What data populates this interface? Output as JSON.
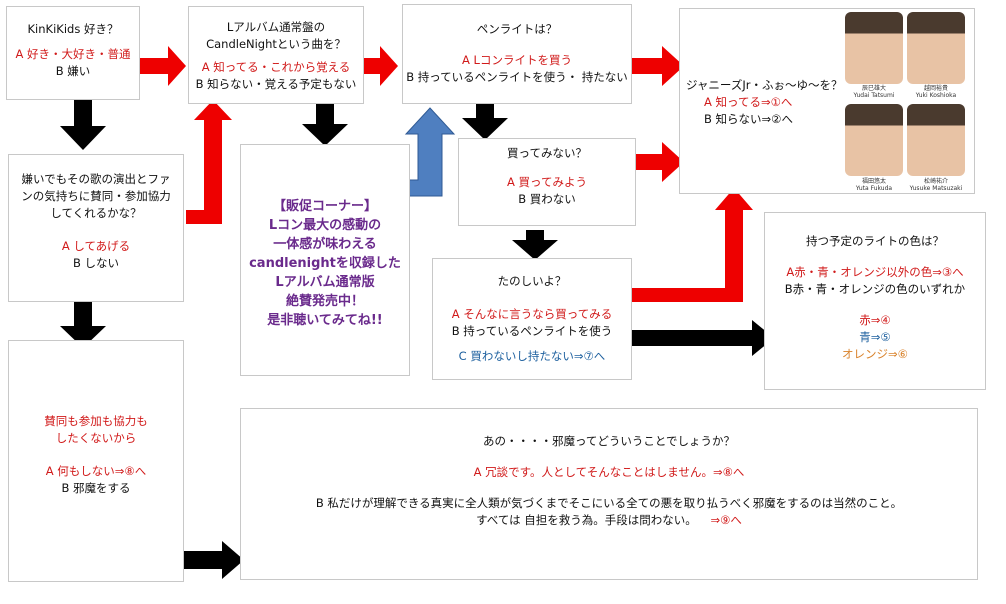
{
  "q1": {
    "title": "KinKiKids 好き？",
    "a": "A 好き・大好き・普通",
    "b": "B 嫌い"
  },
  "q2": {
    "lines": [
      "嫌いでもその歌の演出とファ",
      "ンの気持ちに賛同・参加協力",
      "してくれるかな？"
    ],
    "a": "A してあげる",
    "b": "B しない"
  },
  "q3": {
    "lines": [
      "賛同も参加も協力も",
      "したくないから"
    ],
    "a": "A 何もしない⇒⑧へ",
    "b": "B 邪魔をする"
  },
  "q4": {
    "title1": "Lアルバム通常盤の",
    "title2": "CandleNightという曲を？",
    "a": "A 知ってる・これから覚える",
    "b": "B 知らない・覚える予定もない"
  },
  "promo": {
    "lines": [
      "【販促コーナー】",
      "Lコン最大の感動の",
      "一体感が味わえる",
      "candlenightを収録した",
      "Lアルバム通常版",
      "絶賛発売中！",
      "是非聴いてみてね!!"
    ]
  },
  "q5": {
    "title": "ペンライトは？",
    "a": "A Lコンライトを買う",
    "b": "B 持っているペンライトを使う・ 持たない"
  },
  "q6": {
    "title": "買ってみない？",
    "a": "A 買ってみよう",
    "b": "B 買わない"
  },
  "q7": {
    "title": "たのしいよ？",
    "a": "A そんなに言うなら買ってみる",
    "b": "B 持っているペンライトを使う",
    "c": "C 買わないし持たない⇒⑦へ"
  },
  "q8": {
    "title": "ジャニーズJr・ふぉ〜ゆ〜を？",
    "a": "A 知ってる⇒①へ",
    "b": "B 知らない⇒②へ",
    "members": [
      "辰巳雄大",
      "越岡裕貴",
      "福田悠太",
      "松崎祐介"
    ],
    "members_en": [
      "Yudai Tatsumi",
      "Yuki Koshioka",
      "Yuta Fukuda",
      "Yusuke Matsuzaki"
    ]
  },
  "q9": {
    "title": "持つ予定のライトの色は？",
    "a": "A赤・青・オレンジ以外の色⇒③へ",
    "b": "B赤・青・オレンジの色のいずれか",
    "red": "赤⇒④",
    "blue": "青⇒⑤",
    "orange": "オレンジ⇒⑥"
  },
  "q10": {
    "title": "あの・・・・邪魔ってどういうことでしょうか？",
    "a": "A 冗談です。人としてそんなことはしません。⇒⑧へ",
    "b1": "B 私だけが理解できる真実に全人類が気づくまでそこにいる全ての悪を取り払うべく邪魔をするのは当然のこと。",
    "b2": "すべては 自担を救う為。手段は問わない。",
    "b2_goto": "⇒⑨へ"
  },
  "colors": {
    "red_arrow": "#ee0000",
    "black_arrow": "#000000",
    "blue_arrow": "#4f7fc0",
    "red_text": "#d11a1a"
  }
}
